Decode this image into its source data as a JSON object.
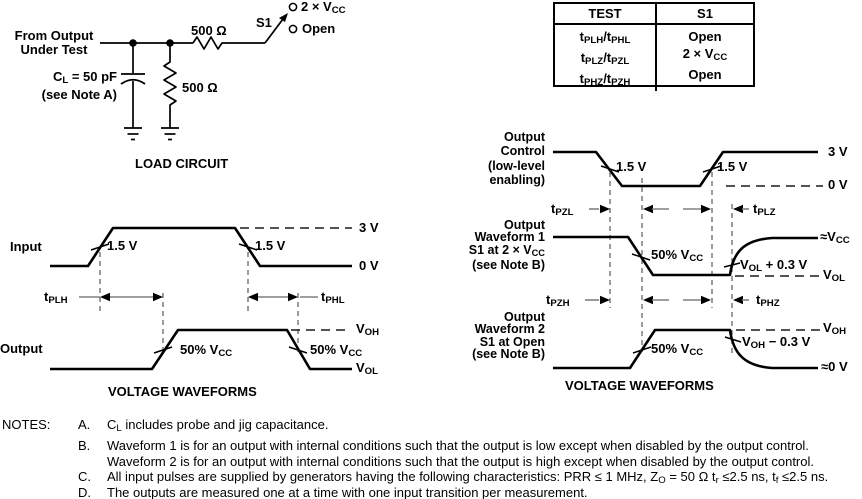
{
  "load_circuit": {
    "source_label_1": "From Output",
    "source_label_2": "Under Test",
    "cap_label": [
      {
        "t": "C"
      },
      {
        "t": "L",
        "s": true
      },
      {
        "t": " = 50 pF"
      }
    ],
    "cap_note": "(see Note A)",
    "series_resistor": "500 Ω",
    "shunt_resistor": "500 Ω",
    "switch_label": "S1",
    "switch_pos_top": [
      {
        "t": "2 × V"
      },
      {
        "t": "CC",
        "s": true
      }
    ],
    "switch_pos_bottom": "Open",
    "title": "LOAD CIRCUIT"
  },
  "s1_table": {
    "headers": [
      "TEST",
      "S1"
    ],
    "rows": [
      {
        "test": [
          {
            "t": "t"
          },
          {
            "t": "PLH",
            "s": true
          },
          {
            "t": "/t"
          },
          {
            "t": "PHL",
            "s": true
          }
        ],
        "s1": "Open"
      },
      {
        "test": [
          {
            "t": "t"
          },
          {
            "t": "PLZ",
            "s": true
          },
          {
            "t": "/t"
          },
          {
            "t": "PZL",
            "s": true
          }
        ],
        "s1_rich": [
          {
            "t": "2 × V"
          },
          {
            "t": "CC",
            "s": true
          }
        ]
      },
      {
        "test": [
          {
            "t": "t"
          },
          {
            "t": "PHZ",
            "s": true
          },
          {
            "t": "/t"
          },
          {
            "t": "PZH",
            "s": true
          }
        ],
        "s1": "Open"
      }
    ]
  },
  "prop_delay_waveforms": {
    "input_label": "Input",
    "output_label": "Output",
    "level_3v": "3 V",
    "level_0v": "0 V",
    "vmid_rise": "1.5 V",
    "vmid_fall": "1.5 V",
    "tplh": [
      {
        "t": "t"
      },
      {
        "t": "PLH",
        "s": true
      }
    ],
    "tphl": [
      {
        "t": "t"
      },
      {
        "t": "PHL",
        "s": true
      }
    ],
    "mid_rise": [
      {
        "t": "50% V"
      },
      {
        "t": "CC",
        "s": true
      }
    ],
    "mid_fall": [
      {
        "t": "50% V"
      },
      {
        "t": "CC",
        "s": true
      }
    ],
    "voh": [
      {
        "t": "V"
      },
      {
        "t": "OH",
        "s": true
      }
    ],
    "vol": [
      {
        "t": "V"
      },
      {
        "t": "OL",
        "s": true
      }
    ],
    "title": "VOLTAGE WAVEFORMS"
  },
  "enable_waveforms": {
    "control_label": [
      "Output",
      "Control",
      "(low-level",
      "enabling)"
    ],
    "level_3v": "3 V",
    "level_0v": "0 V",
    "vmid_fall": "1.5 V",
    "vmid_rise": "1.5 V",
    "tpzl": [
      {
        "t": "t"
      },
      {
        "t": "PZL",
        "s": true
      }
    ],
    "tplz": [
      {
        "t": "t"
      },
      {
        "t": "PLZ",
        "s": true
      }
    ],
    "tpzh": [
      {
        "t": "t"
      },
      {
        "t": "PZH",
        "s": true
      }
    ],
    "tphz": [
      {
        "t": "t"
      },
      {
        "t": "PHZ",
        "s": true
      }
    ],
    "wf1_label_1": "Output",
    "wf1_label_2": "Waveform 1",
    "wf1_label_3": [
      {
        "t": "S1 at 2 × V"
      },
      {
        "t": "CC",
        "s": true
      }
    ],
    "wf1_label_4": "(see Note B)",
    "wf1_mid": [
      {
        "t": "50% V"
      },
      {
        "t": "CC",
        "s": true
      }
    ],
    "approx_vcc": [
      {
        "t": "≈V"
      },
      {
        "t": "CC",
        "s": true
      }
    ],
    "vol_plus": [
      {
        "t": "V"
      },
      {
        "t": "OL",
        "s": true
      },
      {
        "t": " + 0.3 V"
      }
    ],
    "vol": [
      {
        "t": "V"
      },
      {
        "t": "OL",
        "s": true
      }
    ],
    "wf2_label_1": "Output",
    "wf2_label_2": "Waveform 2",
    "wf2_label_3": "S1 at Open",
    "wf2_label_4": "(see Note B)",
    "wf2_mid": [
      {
        "t": "50% V"
      },
      {
        "t": "CC",
        "s": true
      }
    ],
    "voh": [
      {
        "t": "V"
      },
      {
        "t": "OH",
        "s": true
      }
    ],
    "voh_minus": [
      {
        "t": "V"
      },
      {
        "t": "OH",
        "s": true
      },
      {
        "t": " − 0.3 V"
      }
    ],
    "approx_0v": "≈0 V",
    "title": "VOLTAGE WAVEFORMS"
  },
  "notes": {
    "label": "NOTES:",
    "a_letter": "A.",
    "a_text": [
      {
        "t": "C"
      },
      {
        "t": "L",
        "s": true
      },
      {
        "t": " includes probe and jig capacitance."
      }
    ],
    "b_letter": "B.",
    "b_line1": "Waveform 1 is for an output with internal conditions such that the output is low except when disabled by the output control.",
    "b_line2": "Waveform 2 is for an output with internal conditions such that the output is high except when disabled by the output control.",
    "c_letter": "C.",
    "c_text": [
      {
        "t": "All input pulses are supplied by generators having the following characteristics:  PRR ≤ 1 MHz, Z"
      },
      {
        "t": "O",
        "s": true
      },
      {
        "t": " = 50 Ω t"
      },
      {
        "t": "r",
        "s": true
      },
      {
        "t": " ≤2.5 ns, t"
      },
      {
        "t": "f",
        "s": true
      },
      {
        "t": " ≤2.5 ns."
      }
    ],
    "d_letter": "D.",
    "d_text": "The outputs are measured one at a time with one input transition per measurement."
  },
  "colors": {
    "ink": "#000000",
    "background": "#ffffff",
    "dash": "#4a4a4a",
    "leader": "#808080"
  }
}
